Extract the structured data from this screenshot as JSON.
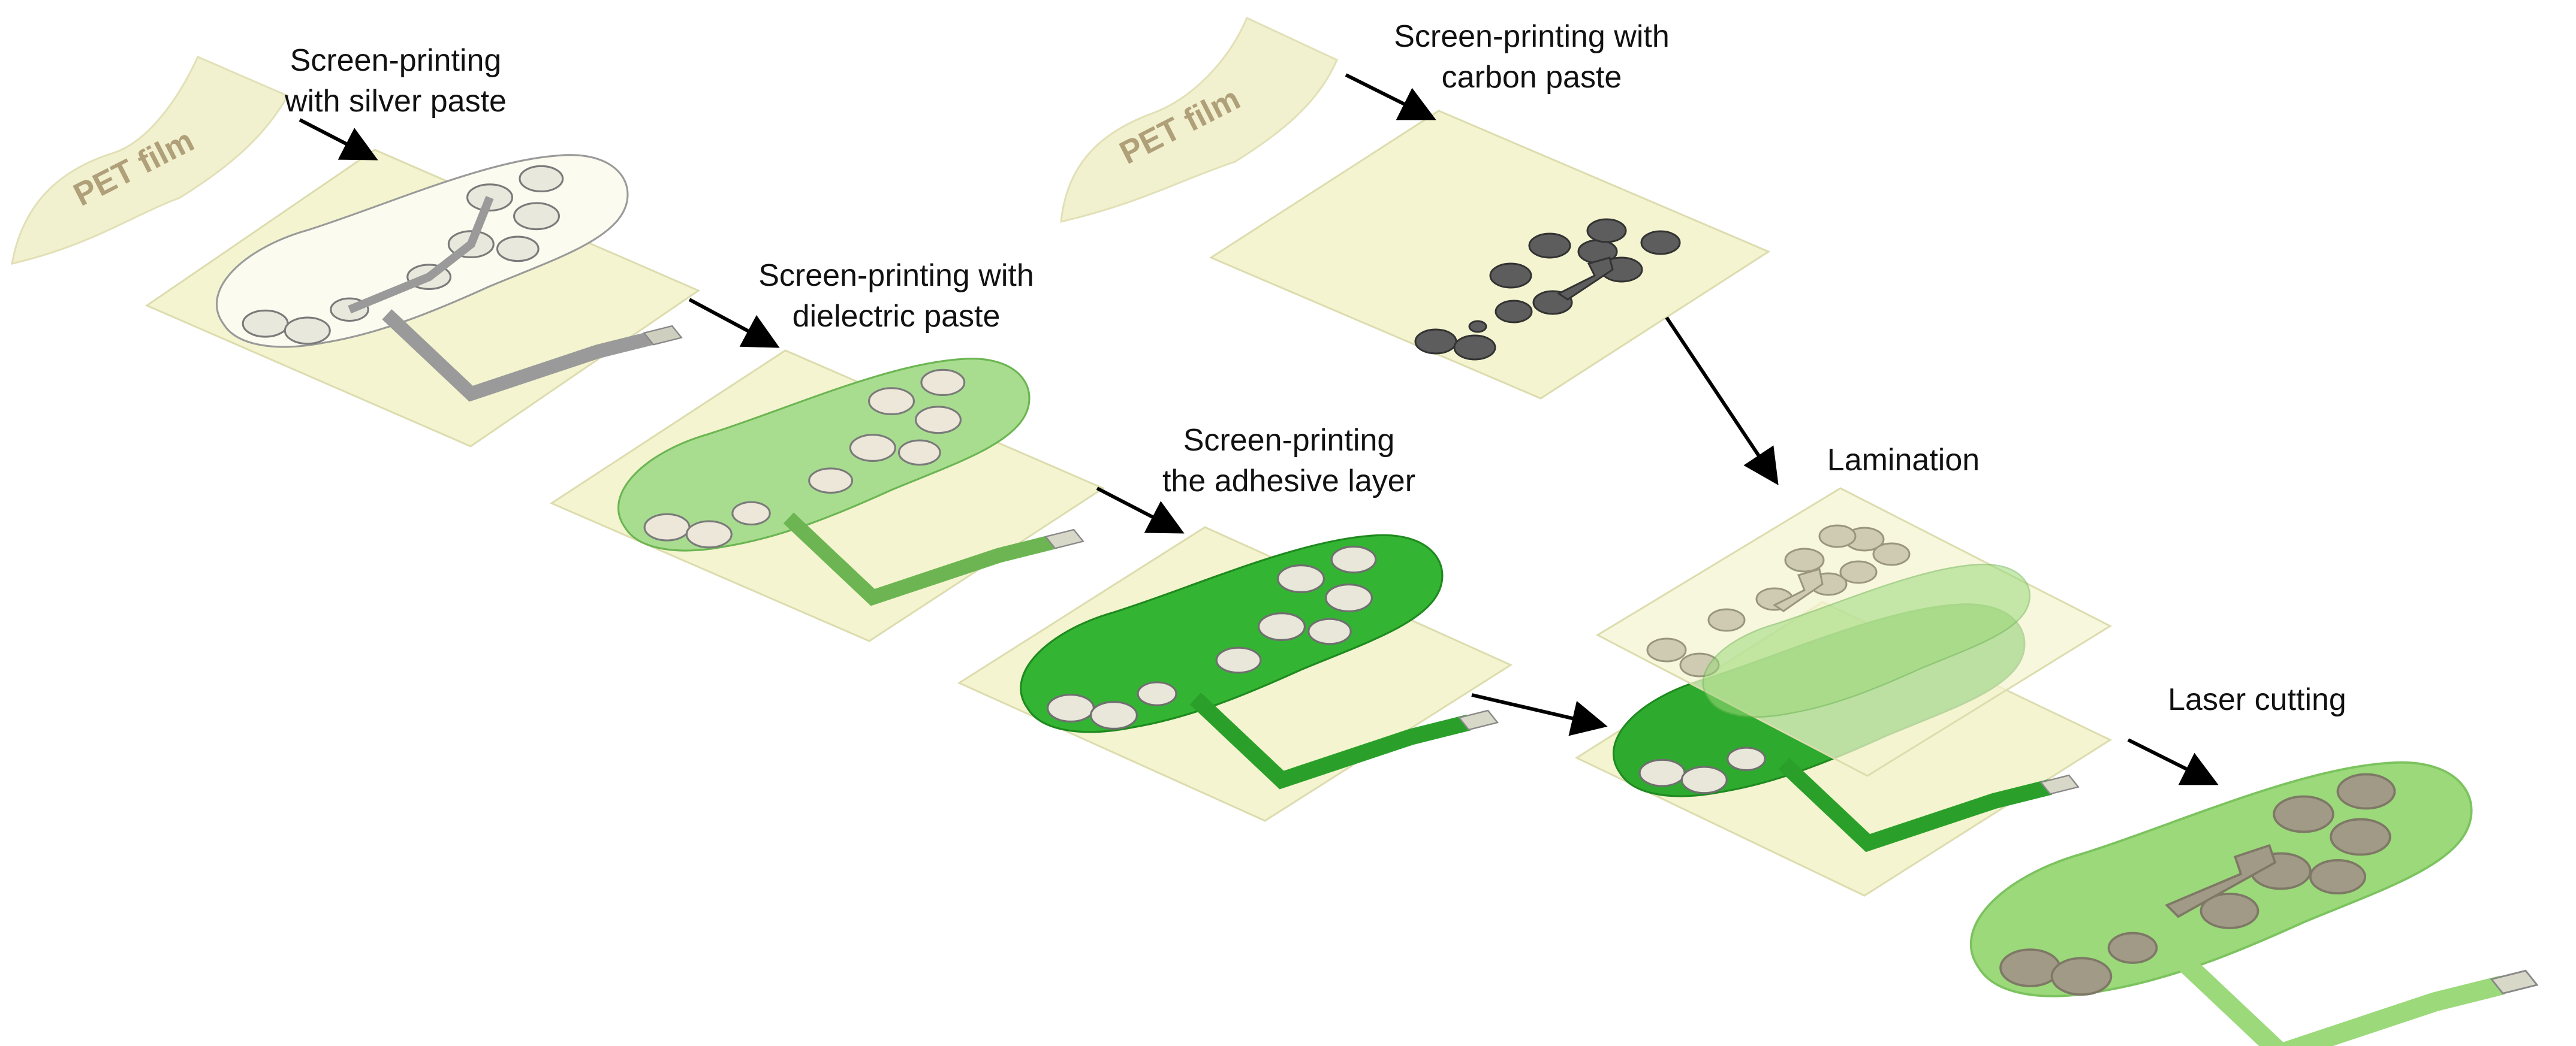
{
  "title": "",
  "colors": {
    "sheet_fill": "#f4f4d0",
    "sheet_stroke": "#dcdcae",
    "film_fill": "#f2f1cf",
    "film_text": "#b0a079",
    "arrow": "#000000",
    "silver_trace": "#9a9a9a",
    "carbon_pad": "#5d5d5d",
    "dielectric_green": "#a8dd90",
    "adhesive_green": "#33b533",
    "laser_green": "#9bd97a",
    "laser_pad": "#a19a86"
  },
  "icons": [
    "pet-film-sheet",
    "arrow-icon",
    "insole-electrode-pattern"
  ],
  "materials": {
    "pet_film_left": "PET film",
    "pet_film_right": "PET film"
  },
  "steps": {
    "silver": {
      "line1": "Screen-printing",
      "line2": "with silver paste"
    },
    "carbon": {
      "line1": "Screen-printing with",
      "line2": "carbon paste"
    },
    "dielectric": {
      "line1": "Screen-printing with",
      "line2": "dielectric paste"
    },
    "adhesive": {
      "line1": "Screen-printing",
      "line2": "the adhesive layer"
    },
    "lamination": {
      "line1": "Lamination"
    },
    "laser": {
      "line1": "Laser cutting"
    }
  }
}
